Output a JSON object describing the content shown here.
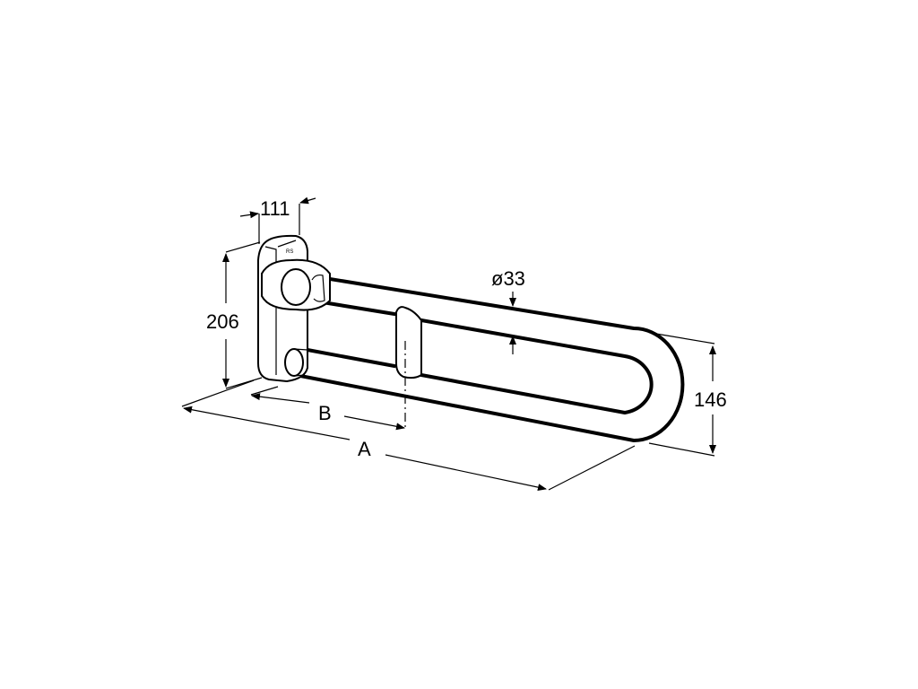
{
  "drawing": {
    "dimensions": {
      "depth": "111",
      "plate_height": "206",
      "tube_diameter": "ø33",
      "bar_height": "146",
      "length_a": "A",
      "length_b": "B"
    },
    "line_color": "#000000",
    "background": "#ffffff"
  }
}
